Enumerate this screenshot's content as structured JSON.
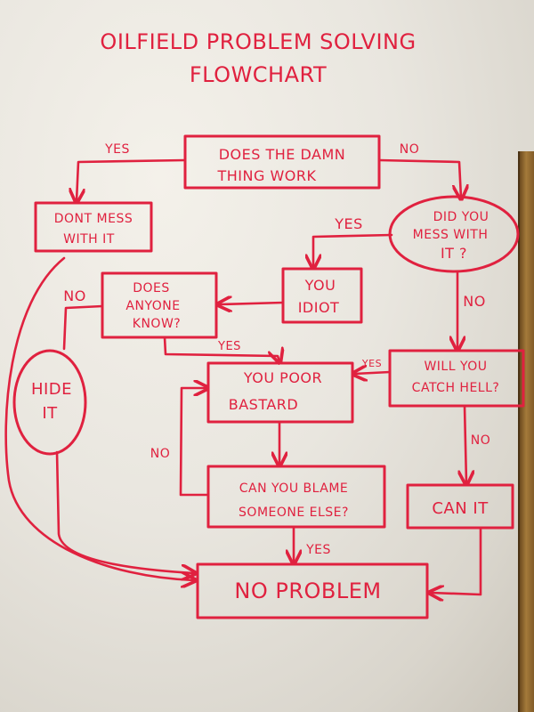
{
  "title": {
    "line1": "OILFIELD PROBLEM SOLVING",
    "line2": "FLOWCHART"
  },
  "nodes": {
    "does_it_work": {
      "line1": "DOES THE DAMN",
      "line2": "THING WORK"
    },
    "dont_mess": {
      "line1": "DONT MESS",
      "line2": "WITH IT"
    },
    "did_you_mess": {
      "line1": "DID YOU",
      "line2": "MESS WITH",
      "line3": "IT ?"
    },
    "you_idiot": {
      "line1": "YOU",
      "line2": "IDIOT"
    },
    "does_anyone_know": {
      "line1": "DOES",
      "line2": "ANYONE",
      "line3": "KNOW?"
    },
    "hide_it": {
      "line1": "HIDE",
      "line2": "IT"
    },
    "you_poor_bastard": {
      "line1": "YOU POOR",
      "line2": "BASTARD"
    },
    "will_you_catch_hell": {
      "line1": "WILL YOU",
      "line2": "CATCH HELL?"
    },
    "can_you_blame": {
      "line1": "CAN YOU BLAME",
      "line2": "SOMEONE ELSE?"
    },
    "can_it": {
      "line1": "CAN IT"
    },
    "no_problem": {
      "line1": "NO PROBLEM"
    }
  },
  "edge_labels": {
    "work_yes": "YES",
    "work_no": "NO",
    "mess_yes": "YES",
    "mess_no": "NO",
    "anyone_no": "NO",
    "anyone_yes": "YES",
    "hell_yes": "YES",
    "hell_no": "NO",
    "blame_no": "NO",
    "blame_yes": "YES"
  },
  "ink_color": "#e0213f"
}
